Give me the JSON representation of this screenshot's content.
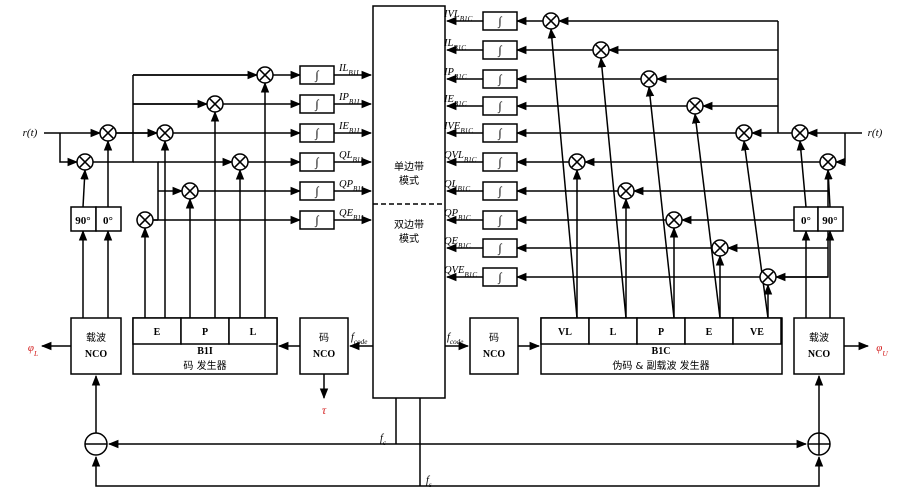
{
  "input_left": "r(t)",
  "input_right": "r(t)",
  "center_block": {
    "ssb_line1": "单边带",
    "ssb_line2": "模式",
    "dsb_line1": "双边带",
    "dsb_line2": "模式"
  },
  "integrator_symbol": "∫",
  "left": {
    "phase_90": "90°",
    "phase_0": "0°",
    "carrier_nco_line1": "载波",
    "carrier_nco_line2": "NCO",
    "code_nco_line1": "码",
    "code_nco_line2": "NCO",
    "b1i_cells": [
      "E",
      "P",
      "L"
    ],
    "b1i_title": "B1I",
    "b1i_subtitle": "码 发生器",
    "phi": "φ",
    "phi_sub": "L",
    "tau": "τ",
    "f_code": "f",
    "f_code_sub": "code",
    "outputs": [
      {
        "main": "IL",
        "sub": "B1I"
      },
      {
        "main": "IP",
        "sub": "B1I"
      },
      {
        "main": "IE",
        "sub": "B1I"
      },
      {
        "main": "QL",
        "sub": "B1I"
      },
      {
        "main": "QP",
        "sub": "B1I"
      },
      {
        "main": "QE",
        "sub": "B1I"
      }
    ]
  },
  "right": {
    "phase_0": "0°",
    "phase_90": "90°",
    "carrier_nco_line1": "载波",
    "carrier_nco_line2": "NCO",
    "code_nco_line1": "码",
    "code_nco_line2": "NCO",
    "b1c_cells": [
      "VL",
      "L",
      "P",
      "E",
      "VE"
    ],
    "b1c_title": "B1C",
    "b1c_subtitle": "伪码 & 副载波 发生器",
    "phi": "φ",
    "phi_sub": "U",
    "f_code": "f",
    "f_code_sub": "code",
    "outputs": [
      {
        "main": "IVL",
        "sub": "B1C"
      },
      {
        "main": "IL",
        "sub": "B1C"
      },
      {
        "main": "IP",
        "sub": "B1C"
      },
      {
        "main": "IE",
        "sub": "B1C"
      },
      {
        "main": "IVE",
        "sub": "B1C"
      },
      {
        "main": "QVL",
        "sub": "B1C"
      },
      {
        "main": "QL",
        "sub": "B1C"
      },
      {
        "main": "QP",
        "sub": "B1C"
      },
      {
        "main": "QE",
        "sub": "B1C"
      },
      {
        "main": "QVE",
        "sub": "B1C"
      }
    ]
  },
  "bottom": {
    "fc": "f",
    "fc_sub": "c",
    "fs": "f",
    "fs_sub": "s"
  }
}
